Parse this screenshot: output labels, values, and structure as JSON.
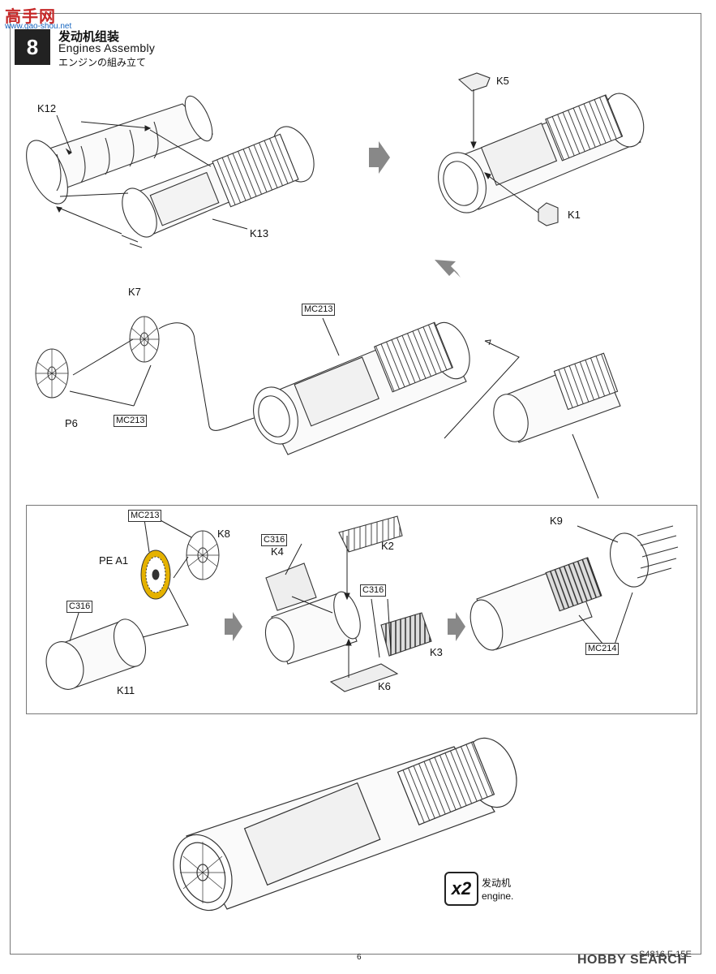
{
  "watermark": {
    "main": "高手网",
    "sub": "www.gao-shou.net"
  },
  "step": {
    "number": "8",
    "title_cn": "发动机组装",
    "title_en": "Engines Assembly",
    "title_jp": "エンジンの組み立て"
  },
  "parts": {
    "k12": "K12",
    "k13": "K13",
    "k5": "K5",
    "k1": "K1",
    "k7": "K7",
    "p6": "P6",
    "k8": "K8",
    "pe_a1": "PE A1",
    "k4": "K4",
    "k2": "K2",
    "k3": "K3",
    "k6": "K6",
    "k9": "K9",
    "k11": "K11"
  },
  "paint_codes": {
    "mc213_a": "MC213",
    "mc213_b": "MC213",
    "mc213_c": "MC213",
    "c316_a": "C316",
    "c316_b": "C316",
    "c316_c": "C316",
    "mc214": "MC214"
  },
  "quantity": {
    "mult": "x2",
    "label_cn": "发动机",
    "label_en": "engine."
  },
  "footer": {
    "page_number": "6",
    "product_code": "S4816  F-15E",
    "site_mark": "HOBBY SEARCH"
  }
}
